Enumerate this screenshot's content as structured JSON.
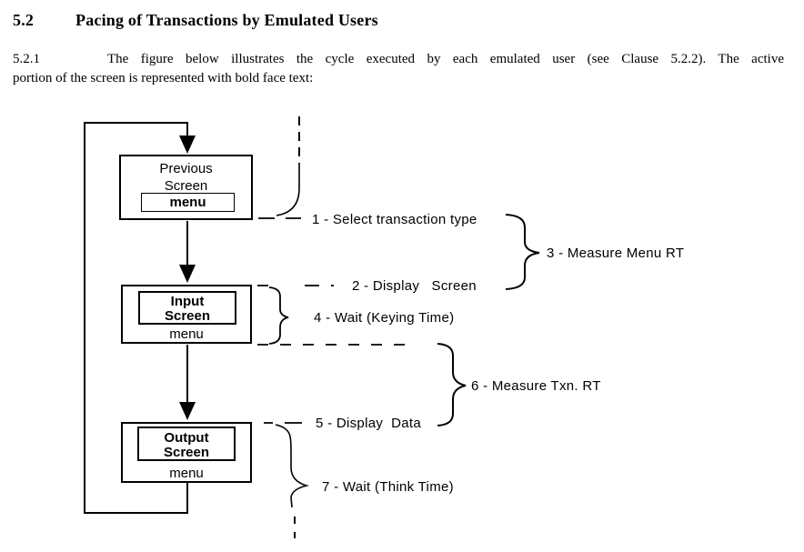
{
  "document": {
    "section_number": "5.2",
    "section_title": "Pacing of Transactions by Emulated Users",
    "clause_number": "5.2.1",
    "clause_line1": "The figure below illustrates the cycle executed by each emulated user (see Clause 5.2.2). The active",
    "clause_line2": "portion of the screen is represented with bold face text:"
  },
  "diagram": {
    "boxes": {
      "previous": {
        "line1": "Previous",
        "line2": "Screen",
        "menu": "menu"
      },
      "input": {
        "line1": "Input",
        "line2": "Screen",
        "menu": "menu"
      },
      "output": {
        "line1": "Output",
        "line2": "Screen",
        "menu": "menu"
      }
    },
    "labels": {
      "step1": "1 - Select transaction type",
      "step2": "2 - Display   Screen",
      "step3": "3 - Measure Menu RT",
      "step4": "4 - Wait (Keying Time)",
      "step5": "5 - Display  Data",
      "step6": "6 - Measure Txn. RT",
      "step7": "7 - Wait (Think Time)"
    },
    "colors": {
      "line": "#000000",
      "background": "#ffffff",
      "text": "#000000"
    }
  }
}
